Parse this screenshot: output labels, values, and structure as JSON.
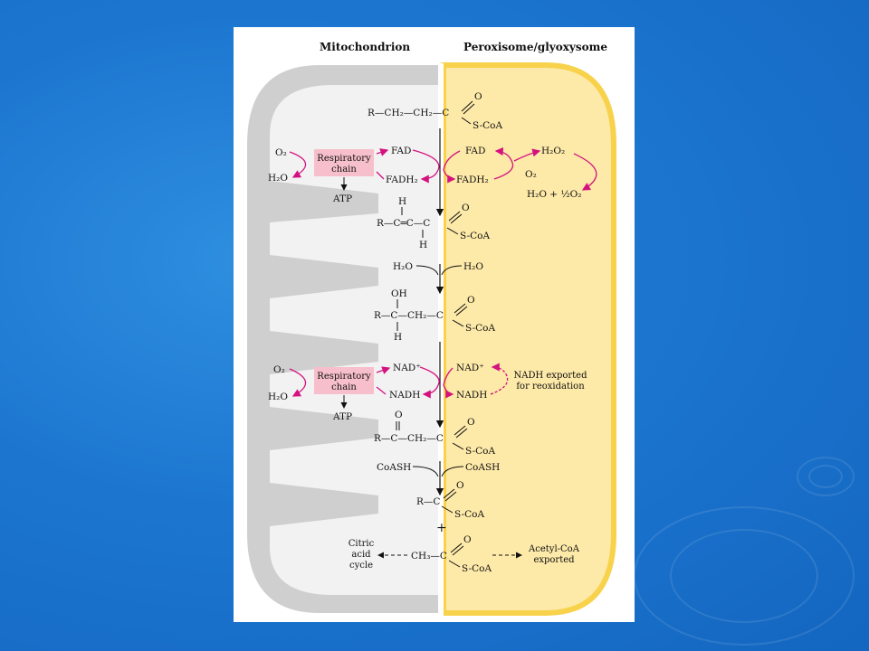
{
  "headers": {
    "mitochondrion": "Mitochondrion",
    "peroxisome": "Peroxisome/glyoxysome"
  },
  "step1": {
    "substrate": "R—CH₂—CH₂—C",
    "oxygen": "O",
    "coa": "S-CoA",
    "mito": {
      "o2": "O₂",
      "h2o": "H₂O",
      "chain": [
        "Respiratory",
        "chain"
      ],
      "atp": "ATP",
      "fad": "FAD",
      "fadh2": "FADH₂"
    },
    "perox": {
      "fad": "FAD",
      "fadh2": "FADH₂",
      "h2o2": "H₂O₂",
      "o2": "O₂",
      "products": "H₂O + ½O₂"
    }
  },
  "enoyl": {
    "h_top": "H",
    "main": "R—C═C—C",
    "h_bottom": "H",
    "oxygen": "O",
    "coa": "S-CoA"
  },
  "hydration": {
    "mito_h2o": "H₂O",
    "perox_h2o": "H₂O"
  },
  "hydroxy": {
    "oh": "OH",
    "main": "R—C—CH₂—C",
    "h_bottom": "H",
    "oxygen": "O",
    "coa": "S-CoA"
  },
  "step3": {
    "mito": {
      "o2": "O₂",
      "h2o": "H₂O",
      "chain": [
        "Respiratory",
        "chain"
      ],
      "atp": "ATP",
      "nad": "NAD⁺",
      "nadh": "NADH"
    },
    "perox": {
      "nad": "NAD⁺",
      "nadh": "NADH",
      "note": [
        "NADH exported",
        "for reoxidation"
      ]
    }
  },
  "keto": {
    "oxygen_top": "O",
    "main": "R—C—CH₂—C",
    "oxygen": "O",
    "coa": "S-CoA"
  },
  "thiolysis": {
    "mito_coash": "CoASH",
    "perox_coash": "CoASH"
  },
  "shortened": {
    "main": "R—C",
    "oxygen": "O",
    "coa": "S-CoA",
    "plus": "+"
  },
  "acetyl": {
    "main": "CH₃—C",
    "oxygen": "O",
    "coa": "S-CoA",
    "mito_dest": [
      "Citric",
      "acid",
      "cycle"
    ],
    "perox_dest": [
      "Acetyl-CoA",
      "exported"
    ]
  },
  "colors": {
    "mito_outer": "#cfcfcf",
    "mito_inner": "#f2f2f2",
    "perox_fill": "#fde9a8",
    "perox_border": "#f7d24a",
    "chain_box": "#f7bfcb",
    "arrow_magenta": "#d4127f"
  }
}
